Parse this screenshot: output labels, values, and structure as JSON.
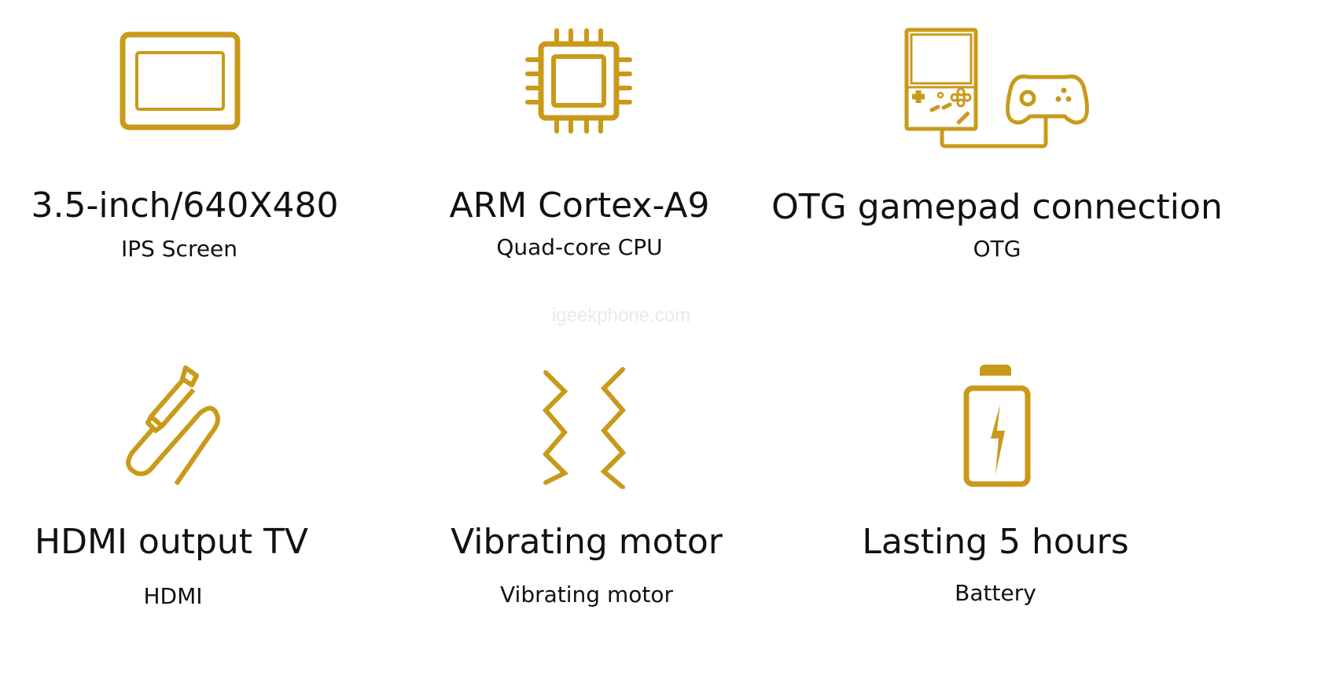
{
  "accent_color": "#C99A1A",
  "watermark": "igeekphone.com",
  "features": [
    {
      "icon": "screen-icon",
      "title": "3.5-inch/640X480",
      "subtitle": "IPS Screen"
    },
    {
      "icon": "cpu-chip-icon",
      "title": "ARM Cortex-A9",
      "subtitle": "Quad-core CPU"
    },
    {
      "icon": "handheld-gamepad-icon",
      "title": "OTG gamepad connection",
      "subtitle": "OTG"
    },
    {
      "icon": "hdmi-cable-icon",
      "title": "HDMI output TV",
      "subtitle": "HDMI"
    },
    {
      "icon": "vibration-icon",
      "title": "Vibrating motor",
      "subtitle": "Vibrating motor"
    },
    {
      "icon": "battery-charging-icon",
      "title": "Lasting 5 hours",
      "subtitle": "Battery"
    }
  ]
}
